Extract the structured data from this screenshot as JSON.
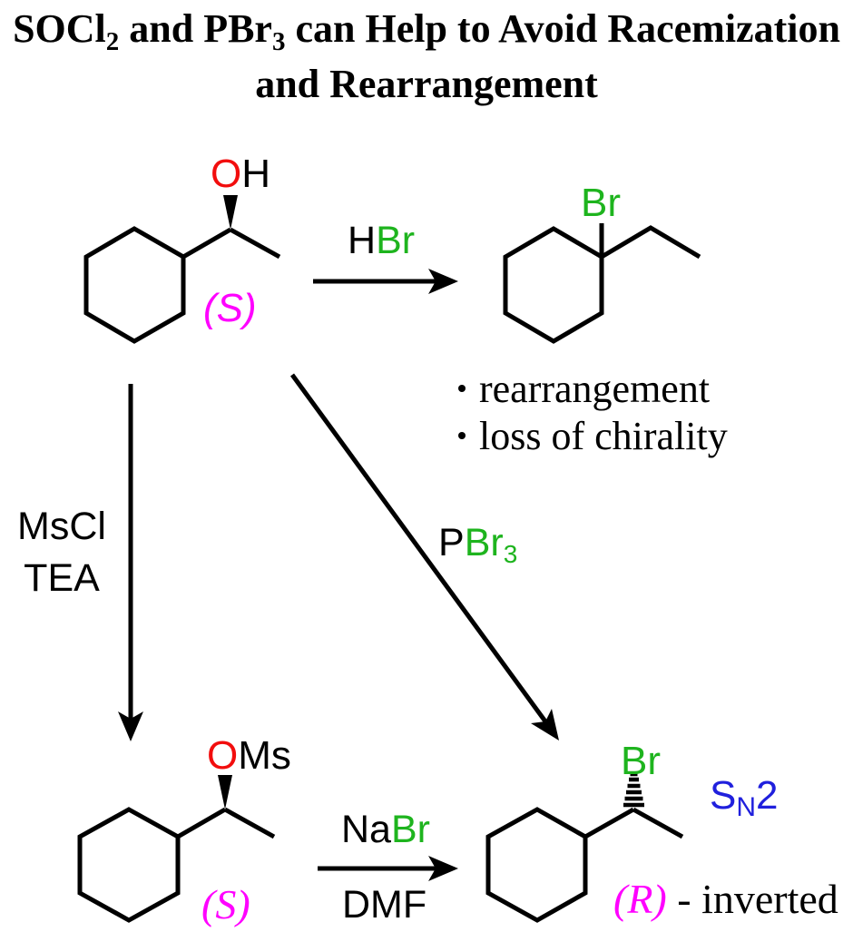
{
  "colors": {
    "accent_green": "#1eb41e",
    "heteroatom_red": "#f20d0d",
    "stereo_magenta": "#ff00ff",
    "mechanism_blue": "#2020dd",
    "ink_black": "#000000"
  },
  "title": {
    "l1_f1": "SOCl",
    "l1_sub1": "2",
    "l1_f2": " and PBr",
    "l1_sub2": "3",
    "l1_f3": " can Help to Avoid Racemization",
    "line2": "and Rearrangement"
  },
  "reagents": {
    "hbr": {
      "black_part": "H",
      "green_part": "Br"
    },
    "mscl": {
      "line1": "MsCl",
      "line2": "TEA"
    },
    "pbr3": {
      "black_part": "P",
      "green_part": "Br",
      "sub": "3"
    },
    "nabr": {
      "black_part": "Na",
      "green_part": "Br"
    },
    "solvent": "DMF"
  },
  "molecules": {
    "alcohol": {
      "o": "O",
      "h": "H",
      "stereo": "(S)"
    },
    "rearranged": {
      "br": "Br"
    },
    "mesylate": {
      "o": "O",
      "ms": "Ms",
      "stereo": "(S)"
    },
    "bromide": {
      "br": "Br",
      "stereo": "(R)",
      "note": " - inverted"
    }
  },
  "labels": {
    "sn2_s": "S",
    "sn2_n": "N",
    "sn2_2": "2",
    "bullet1": "rearrangement",
    "bullet2": "loss of chirality"
  }
}
